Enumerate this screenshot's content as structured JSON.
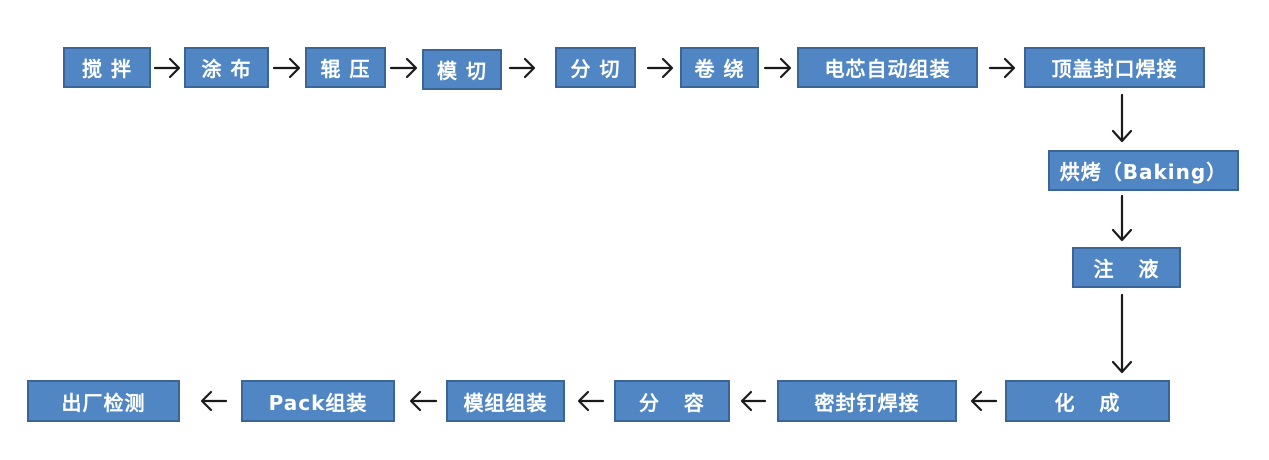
{
  "nodes": {
    "mixing": "搅 拌",
    "coating": "涂 布",
    "rolling": "辊 压",
    "die_cutting": "模 切",
    "slitting": "分 切",
    "winding": "卷 绕",
    "cell_assembly": "电芯自动组装",
    "top_cover_welding": "顶盖封口焊接",
    "baking": "烘烤（Baking）",
    "electrolyte_filling": "注   液",
    "formation": "化   成",
    "seal_nail_welding": "密封钉焊接",
    "grading": "分   容",
    "module_assembly": "模组组装",
    "pack_assembly": "Pack组装",
    "final_inspection": "出厂检测"
  },
  "colors": {
    "box_fill": "#4f86c3",
    "box_border": "#3a6596",
    "arrow": "#1a1a1a",
    "text": "#ffffff"
  }
}
